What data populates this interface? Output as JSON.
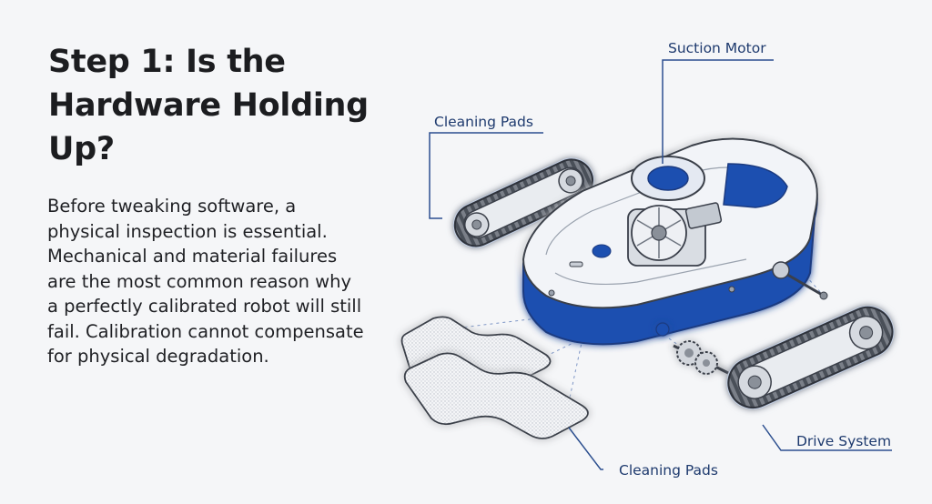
{
  "slide": {
    "headline": "Step 1: Is the Hardware Holding Up?",
    "body": "Before tweaking software, a physical inspection is essential. Mechanical and material failures are the most common reason why a perfectly calibrated robot will still fail. Calibration cannot compensate for physical degradation."
  },
  "diagram": {
    "labels": {
      "suction_motor": "Suction Motor",
      "cleaning_pads_top": "Cleaning Pads",
      "cleaning_pads_bottom": "Cleaning Pads",
      "drive_system": "Drive System"
    },
    "colors": {
      "accent_blue": "#1f4fb0",
      "leader_line": "#2c4f8f",
      "outline": "#3a3f4a",
      "glow": "#c7d7f3"
    },
    "components": [
      "robot-body",
      "suction-fan",
      "track-left",
      "track-right",
      "gear-assembly",
      "cleaning-pad-upper",
      "cleaning-pad-lower"
    ]
  }
}
